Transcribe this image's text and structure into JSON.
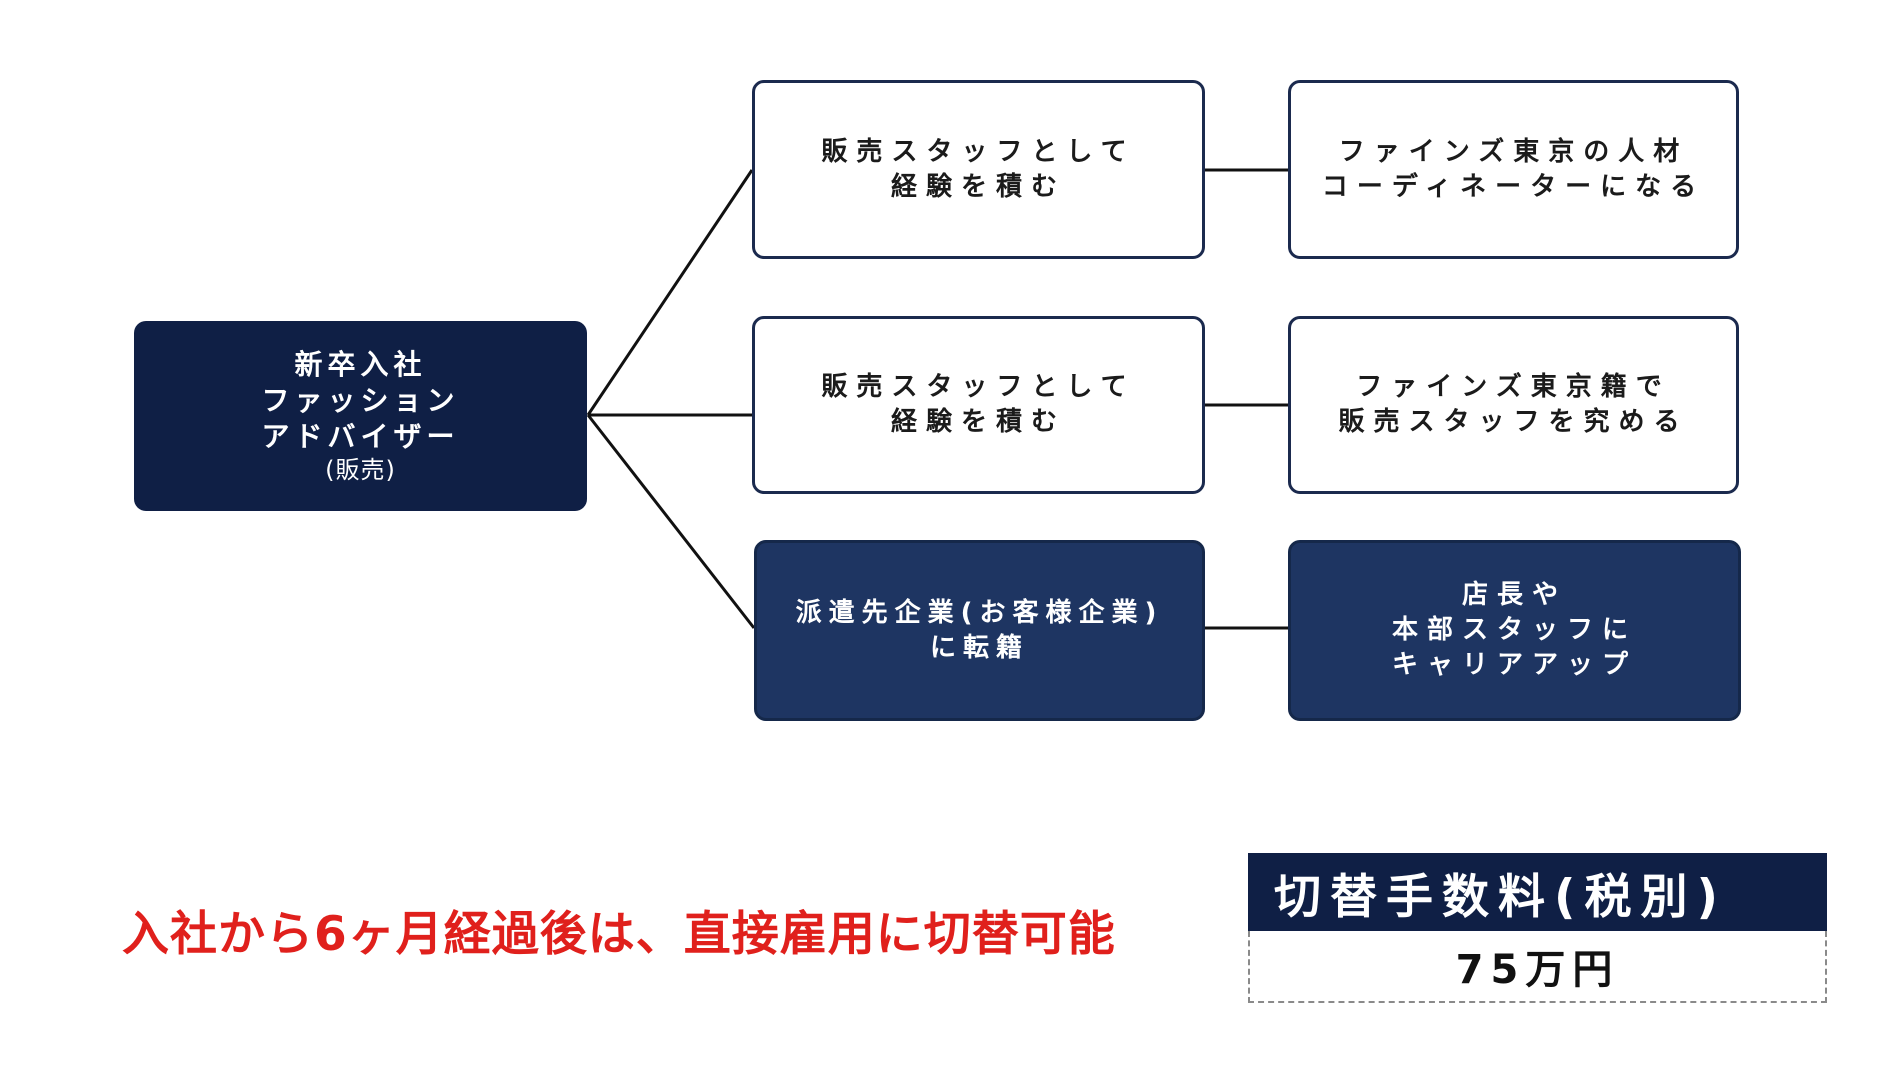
{
  "root": {
    "lines": [
      "新卒入社",
      "ファッション",
      "アドバイザー"
    ],
    "sub": "(販売)"
  },
  "paths": [
    {
      "step1": [
        "販売スタッフとして",
        "経験を積む"
      ],
      "step2": [
        "ファインズ東京の人材",
        "コーディネーターになる"
      ]
    },
    {
      "step1": [
        "販売スタッフとして",
        "経験を積む"
      ],
      "step2": [
        "ファインズ東京籍で",
        "販売スタッフを究める"
      ]
    },
    {
      "step1": [
        "派遣先企業(お客様企業)",
        "に転籍"
      ],
      "step2": [
        "店長や",
        "本部スタッフに",
        "キャリアアップ"
      ]
    }
  ],
  "notice": "入社から6ヶ月経過後は、直接雇用に切替可能",
  "fee": {
    "label": "切替手数料(税別)",
    "value": "75万円"
  },
  "colors": {
    "navy_dark": "#0f1f45",
    "navy_mid": "#1e3562",
    "border": "#1b2a4e",
    "alert_red": "#e0201c"
  }
}
